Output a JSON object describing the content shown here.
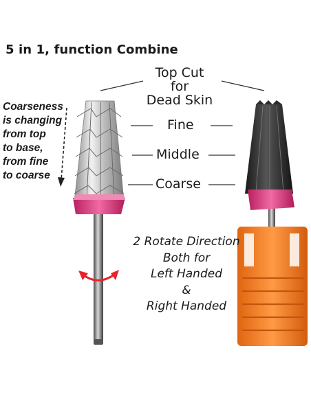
{
  "title": "5 in 1, function Combine",
  "top_cut": {
    "line1": "Top Cut",
    "line2": "for",
    "line3": "Dead Skin"
  },
  "labels": {
    "fine": "Fine",
    "middle": "Middle",
    "coarse": "Coarse"
  },
  "coarseness_note": [
    "Coarseness",
    "is changing",
    "from top",
    "to base,",
    "from fine",
    "to coarse"
  ],
  "rotate_note": [
    "2 Rotate Direction",
    "Both for",
    "Left Handed",
    "&",
    "Right Handed"
  ],
  "colors": {
    "collar": "#e0317a",
    "holder": "#f57a1f",
    "arrow": "#e8232a",
    "silver": "#c9c9c9",
    "black_bit": "#2b2b2b"
  }
}
